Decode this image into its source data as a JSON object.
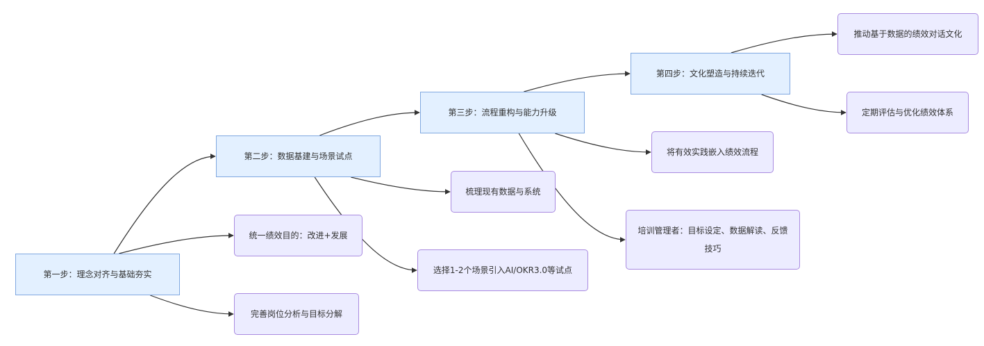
{
  "diagram": {
    "type": "flowchart-left-to-right",
    "colors": {
      "step_fill": "#e3f0ff",
      "step_stroke": "#7fa7e0",
      "task_fill": "#ececff",
      "task_stroke": "#a98ae0",
      "edge": "#333333",
      "text": "#333333"
    },
    "nodes": {
      "step1": {
        "label": "第一步：理念对齐与基础夯实",
        "kind": "step"
      },
      "step2": {
        "label": "第二步：数据基建与场景试点",
        "kind": "step"
      },
      "step3": {
        "label": "第三步：流程重构与能力升级",
        "kind": "step"
      },
      "step4": {
        "label": "第四步：文化塑造与持续迭代",
        "kind": "step"
      },
      "a1": {
        "label": "统一绩效目的：改进+发展",
        "kind": "task"
      },
      "a2": {
        "label": "完善岗位分析与目标分解",
        "kind": "task"
      },
      "b1": {
        "label": "梳理现有数据与系统",
        "kind": "task"
      },
      "b2": {
        "label": "选择1-2个场景引入AI/OKR3.0等试点",
        "kind": "task"
      },
      "c1": {
        "label": "将有效实践嵌入绩效流程",
        "kind": "task"
      },
      "c2": {
        "label": "培训管理者：目标设定、数据解读、反馈技巧",
        "kind": "task"
      },
      "d1": {
        "label": "推动基于数据的绩效对话文化",
        "kind": "task"
      },
      "d2": {
        "label": "定期评估与优化绩效体系",
        "kind": "task"
      }
    },
    "edges": [
      {
        "from": "step1",
        "to": "step2"
      },
      {
        "from": "step1",
        "to": "a1"
      },
      {
        "from": "step1",
        "to": "a2"
      },
      {
        "from": "step2",
        "to": "step3"
      },
      {
        "from": "step2",
        "to": "b1"
      },
      {
        "from": "step2",
        "to": "b2"
      },
      {
        "from": "step3",
        "to": "step4"
      },
      {
        "from": "step3",
        "to": "c1"
      },
      {
        "from": "step3",
        "to": "c2"
      },
      {
        "from": "step4",
        "to": "d1"
      },
      {
        "from": "step4",
        "to": "d2"
      }
    ]
  }
}
